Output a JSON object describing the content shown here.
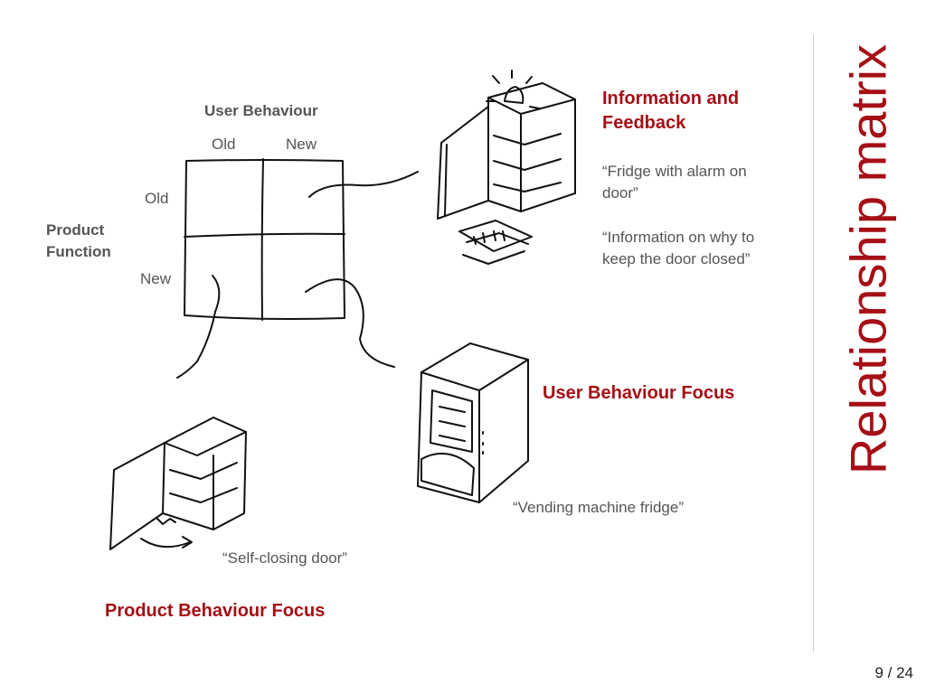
{
  "slide": {
    "title": "Relationship matrix",
    "page_number": "9 / 24"
  },
  "matrix": {
    "top_heading": "User Behaviour",
    "col_old": "Old",
    "col_new": "New",
    "side_heading_line1": "Product",
    "side_heading_line2": "Function",
    "row_old": "Old",
    "row_new": "New"
  },
  "info_feedback": {
    "heading_line1": "Information and",
    "heading_line2": "Feedback",
    "quote1_line1": "“Fridge with alarm on",
    "quote1_line2": "door”",
    "quote2_line1": "“Information on why to",
    "quote2_line2": "keep the door closed”"
  },
  "user_behaviour_focus": {
    "heading": "User Behaviour Focus",
    "quote": "“Vending machine fridge”"
  },
  "product_behaviour_focus": {
    "heading": "Product Behaviour Focus",
    "quote": "“Self-closing door”"
  },
  "colors": {
    "accent_red": "#a50f15",
    "text_gray": "#555555",
    "sketch_ink": "#111111"
  }
}
